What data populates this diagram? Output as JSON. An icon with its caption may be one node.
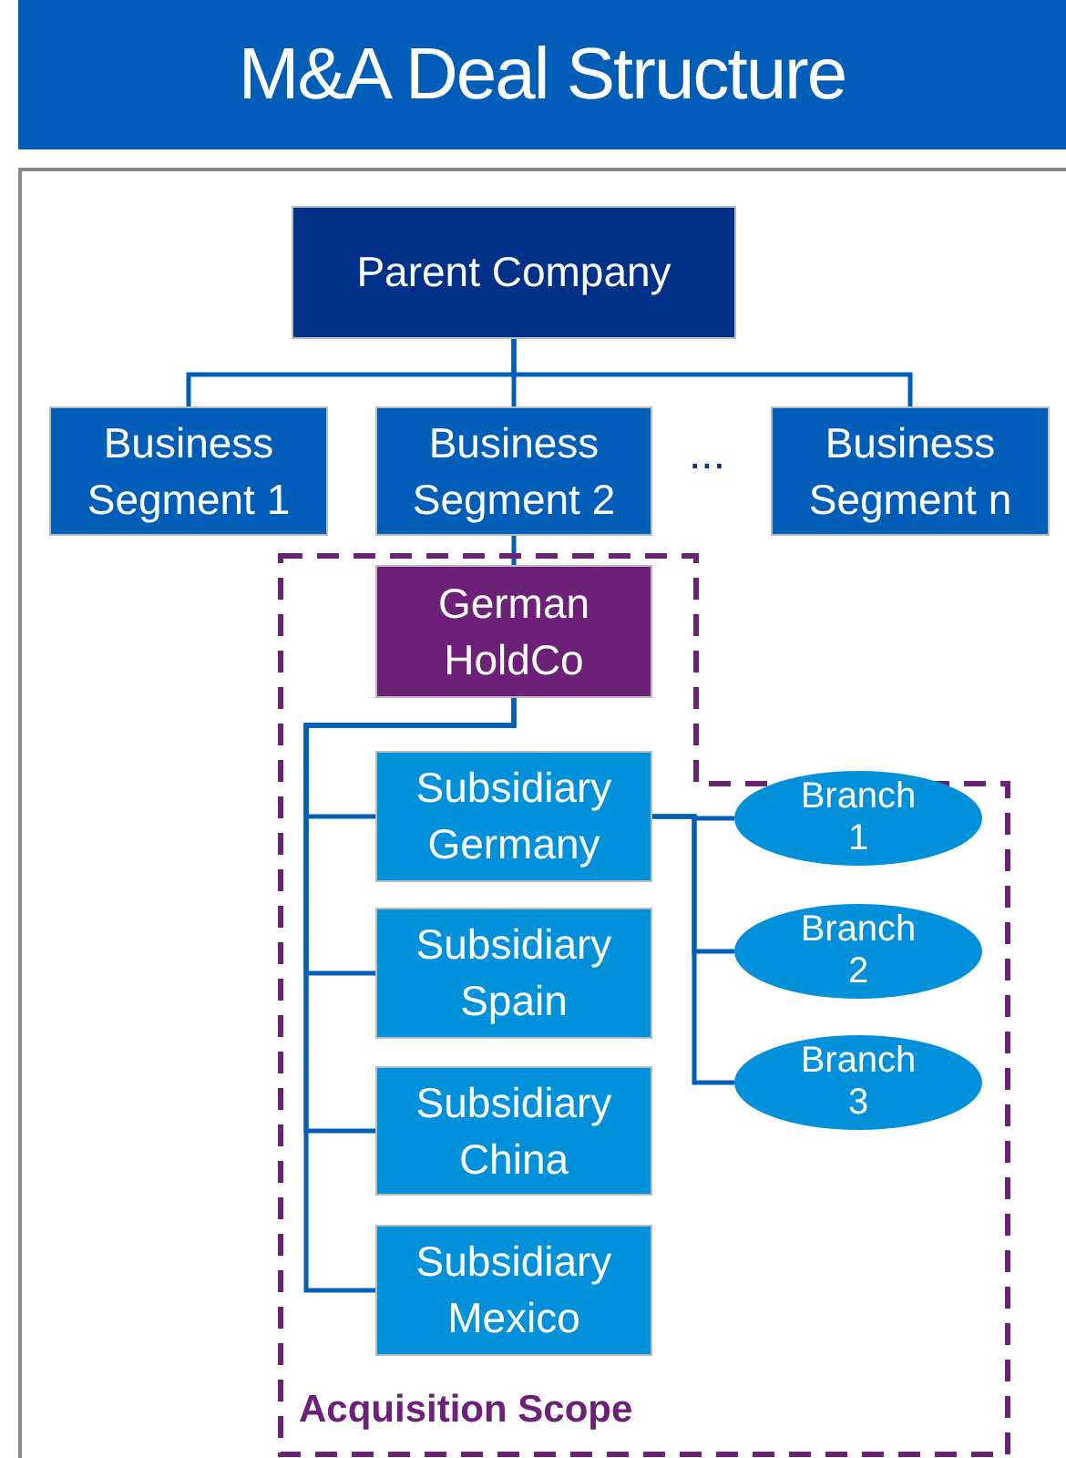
{
  "diagram": {
    "title": "M&A Deal Structure",
    "nodes": [
      {
        "text": [
          "Parent Company"
        ]
      },
      {
        "text": [
          "Business Segment 1"
        ]
      },
      {
        "text": [
          "Business Segment 2"
        ]
      },
      {
        "text": [
          "Business Segment n"
        ]
      },
      {
        "text": [
          "Acquisition Scope"
        ]
      },
      {
        "text": [
          "German HoldCo"
        ],
        "in": 4
      },
      {
        "text": [
          "Subsidiary Germany"
        ],
        "in": 4
      },
      {
        "text": [
          "Subsidiary Spain"
        ],
        "in": 4
      },
      {
        "text": [
          "Subsidiary China"
        ],
        "in": 4
      },
      {
        "text": [
          "Subsidiary Mexico"
        ],
        "in": 4
      },
      {
        "text": [
          "Branch 1"
        ],
        "in": 4
      },
      {
        "text": [
          "Branch 2"
        ],
        "in": 4
      },
      {
        "text": [
          "Branch 3"
        ],
        "in": 4
      }
    ],
    "edges": [
      {
        "from": 0,
        "to": 1,
        "arrow": "none"
      },
      {
        "from": 0,
        "to": 2,
        "arrow": "none"
      },
      {
        "from": 0,
        "to": 3,
        "arrow": "none"
      },
      {
        "from": 2,
        "to": 5,
        "arrow": "none"
      },
      {
        "from": 5,
        "to": 6,
        "arrow": "none"
      },
      {
        "from": 5,
        "to": 7,
        "arrow": "none"
      },
      {
        "from": 5,
        "to": 8,
        "arrow": "none"
      },
      {
        "from": 5,
        "to": 9,
        "arrow": "none"
      },
      {
        "from": 6,
        "to": 10,
        "arrow": "none"
      },
      {
        "from": 6,
        "to": 11,
        "arrow": "none"
      },
      {
        "from": 6,
        "to": 12,
        "arrow": "none"
      }
    ],
    "labels": [
      "..."
    ]
  }
}
